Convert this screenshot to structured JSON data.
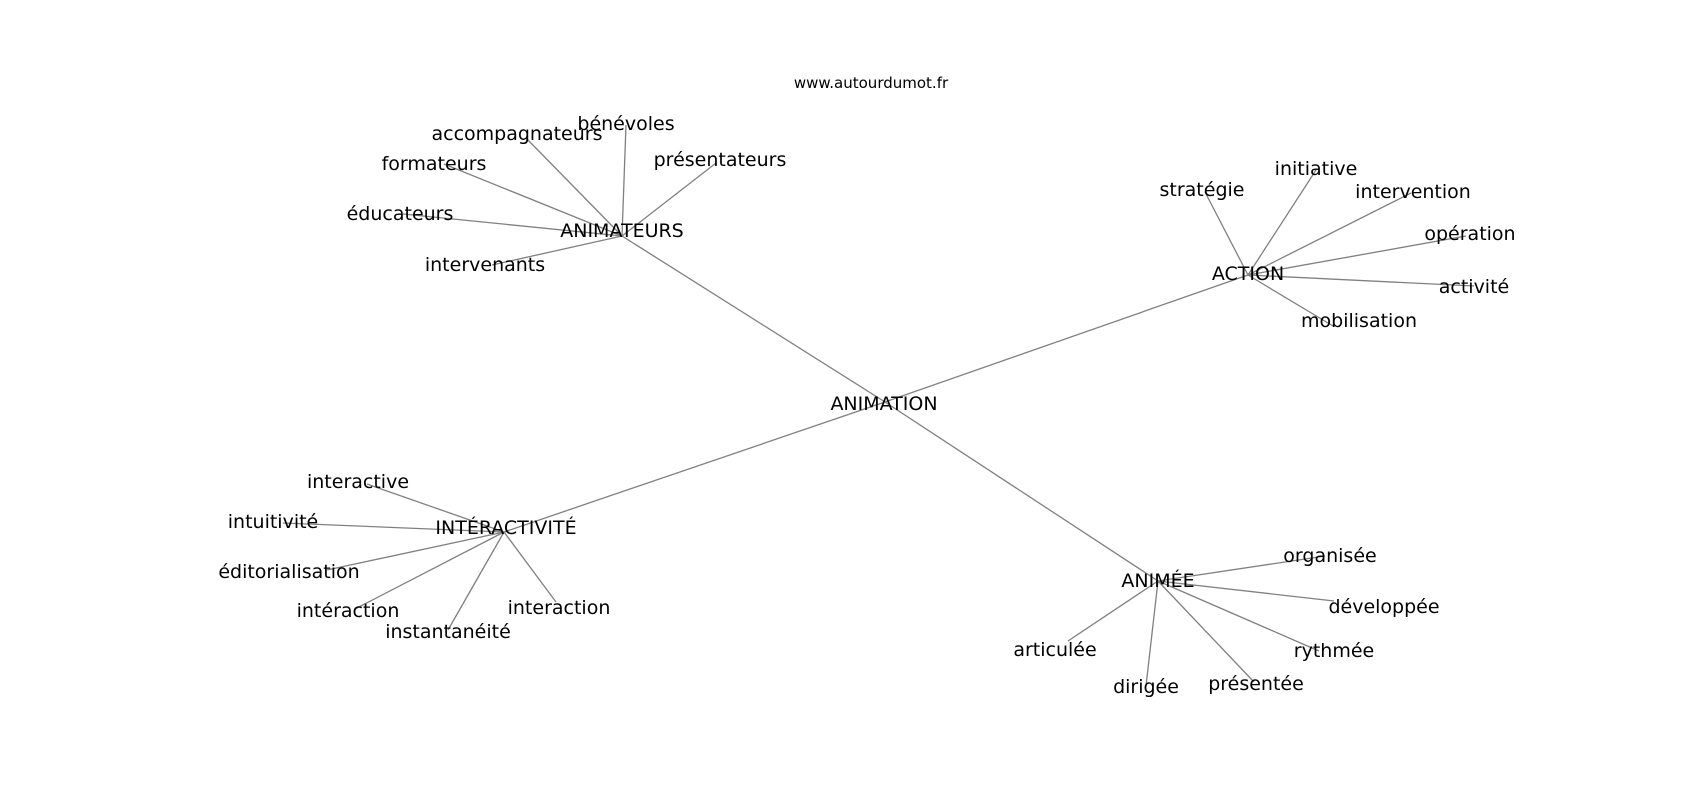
{
  "source": "www.autourdumot.fr",
  "root": {
    "id": "animation",
    "label": "ANIMATION"
  },
  "clusters": [
    {
      "id": "animateurs",
      "label": "ANIMATEURS",
      "children": [
        {
          "id": "accompagnateurs",
          "label": "accompagnateurs"
        },
        {
          "id": "benevoles",
          "label": "bénévoles"
        },
        {
          "id": "presentateurs",
          "label": "présentateurs"
        },
        {
          "id": "formateurs",
          "label": "formateurs"
        },
        {
          "id": "educateurs",
          "label": "éducateurs"
        },
        {
          "id": "intervenants",
          "label": "intervenants"
        }
      ]
    },
    {
      "id": "action",
      "label": "ACTION",
      "children": [
        {
          "id": "strategie",
          "label": "stratégie"
        },
        {
          "id": "initiative",
          "label": "initiative"
        },
        {
          "id": "intervention",
          "label": "intervention"
        },
        {
          "id": "operation",
          "label": "opération"
        },
        {
          "id": "activite",
          "label": "activité"
        },
        {
          "id": "mobilisation",
          "label": "mobilisation"
        }
      ]
    },
    {
      "id": "interactivite",
      "label": "INTÉRACTIVITÉ",
      "children": [
        {
          "id": "interactive",
          "label": "interactive"
        },
        {
          "id": "intuitivite",
          "label": "intuitivité"
        },
        {
          "id": "editorialisation",
          "label": "éditorialisation"
        },
        {
          "id": "interaction-accent",
          "label": "intéraction"
        },
        {
          "id": "instantaneite",
          "label": "instantanéité"
        },
        {
          "id": "interaction",
          "label": "interaction"
        }
      ]
    },
    {
      "id": "animee",
      "label": "ANIMÉE",
      "children": [
        {
          "id": "organisee",
          "label": "organisée"
        },
        {
          "id": "developpee",
          "label": "développée"
        },
        {
          "id": "rythmee",
          "label": "rythmée"
        },
        {
          "id": "presentee",
          "label": "présentée"
        },
        {
          "id": "dirigee",
          "label": "dirigée"
        },
        {
          "id": "articulee",
          "label": "articulée"
        }
      ]
    }
  ]
}
